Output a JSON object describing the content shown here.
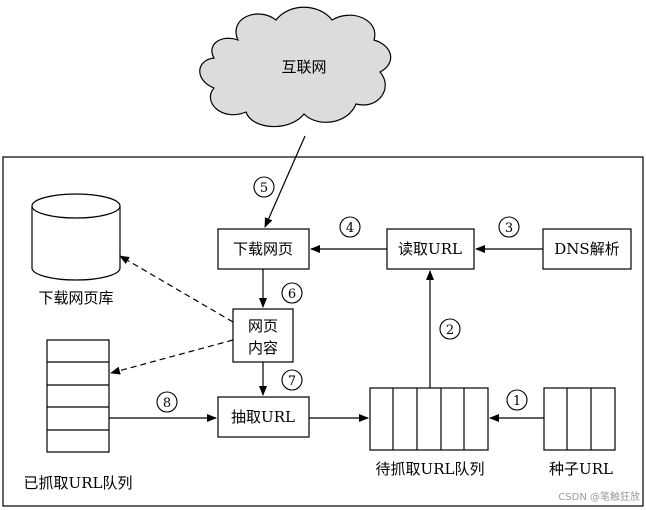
{
  "cloud": {
    "label": "互联网"
  },
  "nodes": {
    "download_page": "下载网页",
    "read_url": "读取URL",
    "dns": "DNS解析",
    "page_content_line1": "网页",
    "page_content_line2": "内容",
    "extract_url": "抽取URL"
  },
  "stores": {
    "page_db": "下载网页库",
    "crawled_queue": "已抓取URL队列",
    "pending_queue": "待抓取URL队列",
    "seed_url": "种子URL"
  },
  "steps": [
    "1",
    "2",
    "3",
    "4",
    "5",
    "6",
    "7",
    "8"
  ],
  "watermark": "CSDN @笔触狂放"
}
